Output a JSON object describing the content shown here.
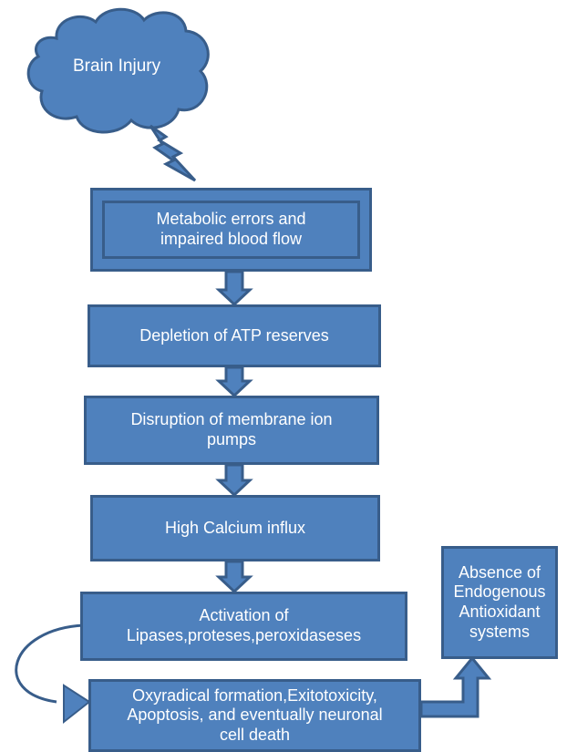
{
  "colors": {
    "fill": "#4f81bd",
    "stroke": "#385d8a",
    "text": "#ffffff",
    "background": "#ffffff"
  },
  "cloud": {
    "label": "Brain Injury",
    "icon": "lightning-bolt-icon"
  },
  "steps": [
    {
      "id": "metabolic",
      "line1": "Metabolic errors and",
      "line2": "impaired blood flow"
    },
    {
      "id": "atp",
      "line1": "Depletion of ATP reserves"
    },
    {
      "id": "pumps",
      "line1": "Disruption of membrane ion",
      "line2": "pumps"
    },
    {
      "id": "calcium",
      "line1": "High Calcium influx"
    },
    {
      "id": "lipases",
      "line1": "Activation of",
      "line2": "Lipases,proteses,peroxidaseses"
    },
    {
      "id": "oxyradical",
      "line1": "Oxyradical formation,Exitotoxicity,",
      "line2": "Apoptosis, and eventually neuronal",
      "line3": "cell death"
    }
  ],
  "side_box": {
    "line1": "Absence of",
    "line2": "Endogenous",
    "line3": "Antioxidant",
    "line4": "systems"
  }
}
